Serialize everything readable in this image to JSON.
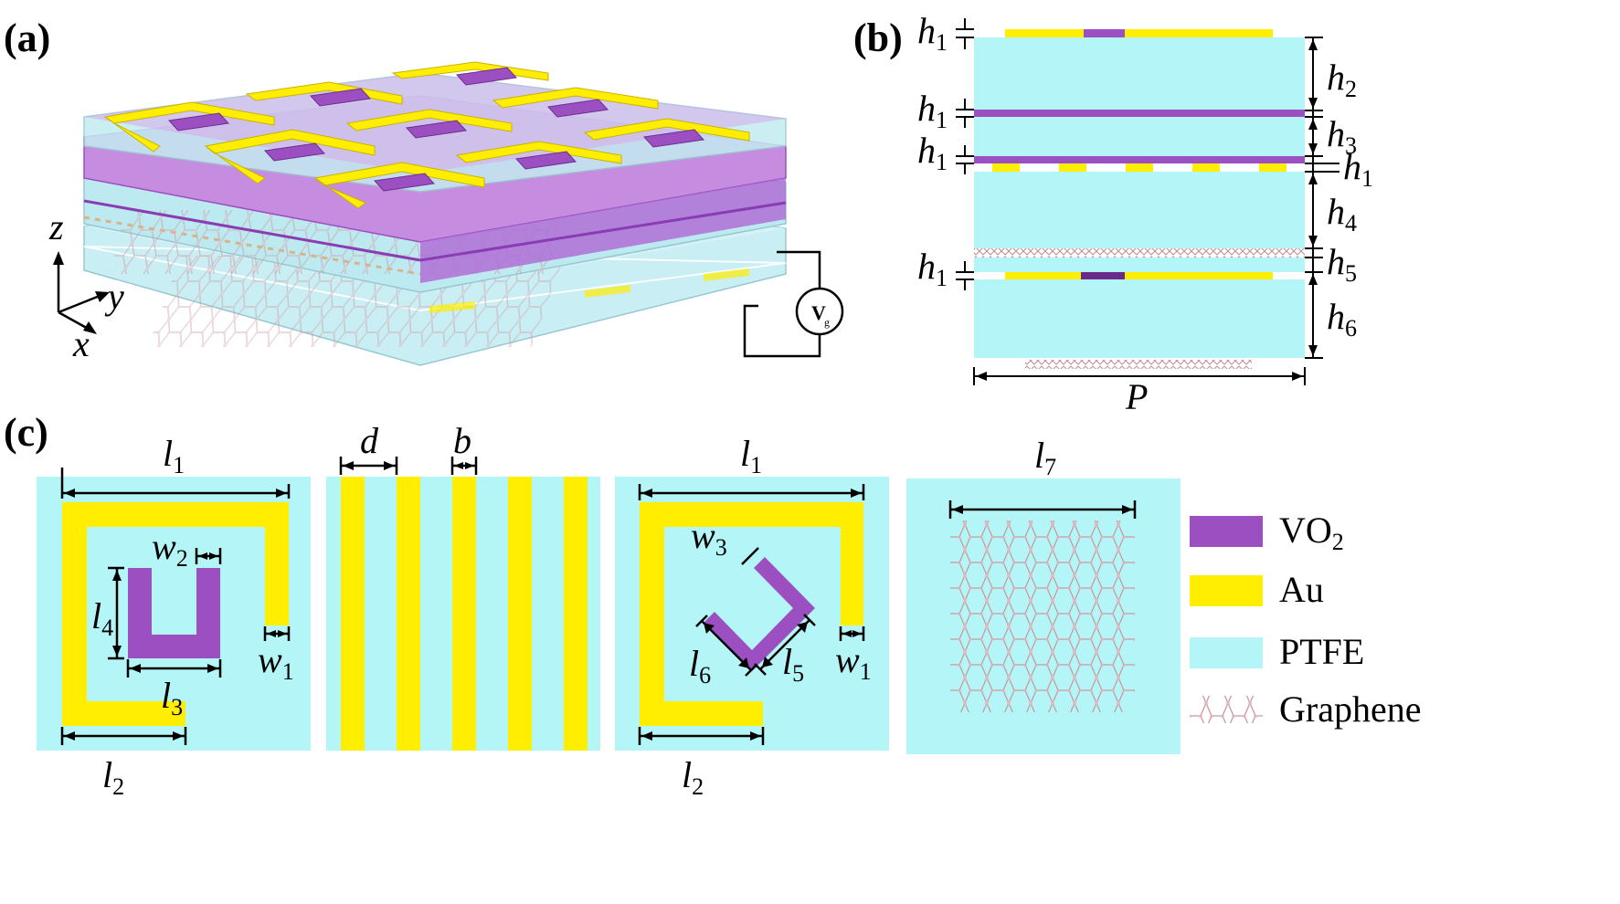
{
  "panels": {
    "a": "(a)",
    "b": "(b)",
    "c": "(c)"
  },
  "axes": {
    "z": "z",
    "y": "y",
    "x": "x"
  },
  "source": {
    "main": "V",
    "sub": "g"
  },
  "labels_b": {
    "h": "h",
    "h1": "1",
    "h2": "2",
    "h3": "3",
    "h4": "4",
    "h5": "5",
    "h6": "6",
    "P": "P"
  },
  "labels_c": {
    "l": "l",
    "w": "w",
    "l1": "1",
    "l2": "2",
    "l3": "3",
    "l4": "4",
    "l5": "5",
    "l6": "6",
    "l7": "7",
    "w1": "1",
    "w2": "2",
    "w3": "3",
    "d": "d",
    "b": "b"
  },
  "legend": [
    {
      "name": "VO",
      "sub": "2",
      "color": "#9b4fc0"
    },
    {
      "name": "Au",
      "sub": "",
      "color": "#ffee00"
    },
    {
      "name": "PTFE",
      "sub": "",
      "color": "#b4f6f8"
    },
    {
      "name": "Graphene",
      "sub": "",
      "color": "none"
    }
  ],
  "colors": {
    "vo2": "#9b4fc0",
    "vo2_dark": "#6a2a8a",
    "au": "#ffee00",
    "ptfe": "#b4f6f8",
    "graphene": "#c99aa0"
  }
}
